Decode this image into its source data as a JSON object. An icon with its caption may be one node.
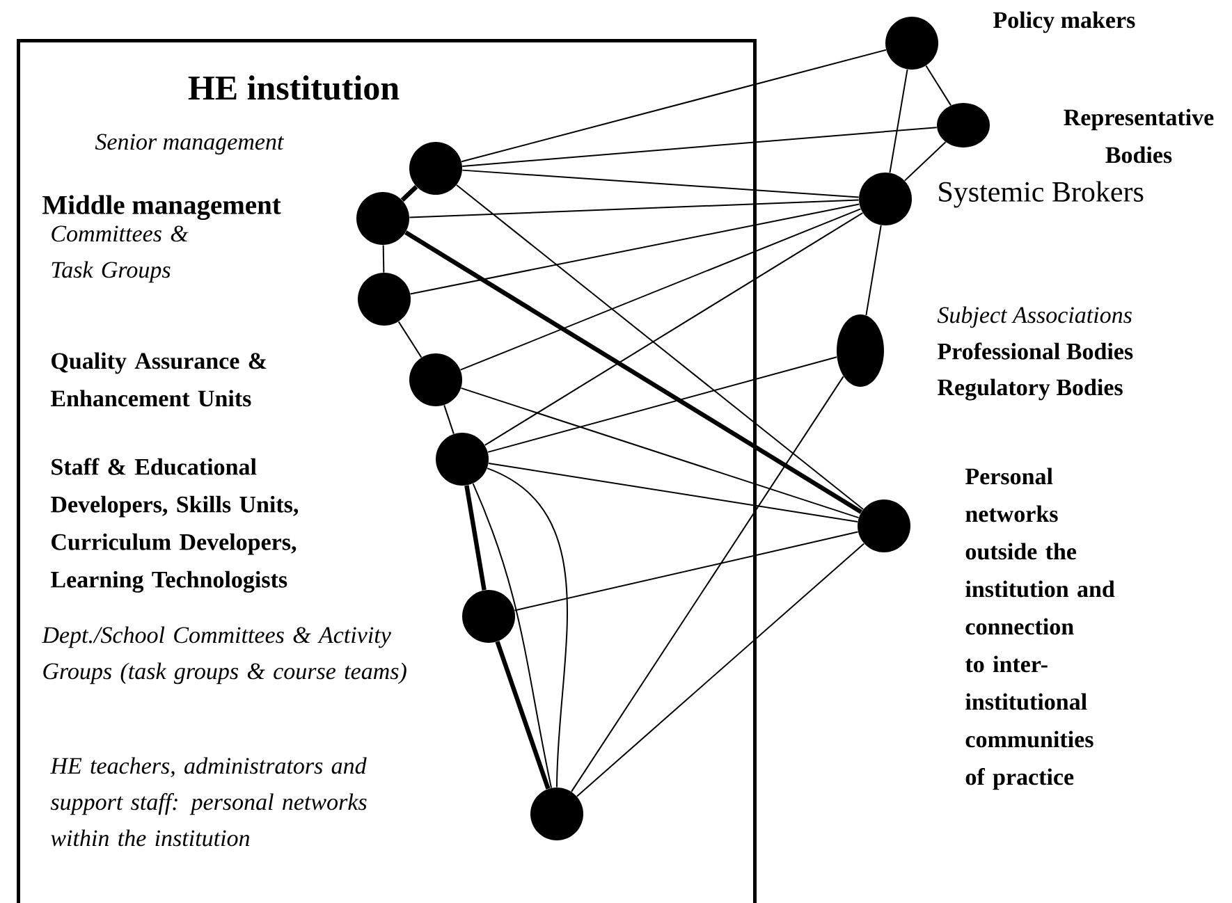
{
  "diagram": {
    "nodes": [
      {
        "text": [
          "HE institution"
        ]
      },
      {
        "text": [],
        "shape": "circle",
        "in": 0
      },
      {
        "text": [],
        "shape": "circle",
        "in": 0,
        "beside": [
          "Middle management"
        ]
      },
      {
        "text": [],
        "shape": "circle",
        "in": 0
      },
      {
        "text": [],
        "shape": "circle",
        "in": 0
      },
      {
        "text": [],
        "shape": "circle",
        "in": 0
      },
      {
        "text": [],
        "shape": "circle",
        "in": 0,
        "beside": [
          "Dept./School Committees & Activity Groups (task groups & course teams)"
        ]
      },
      {
        "text": [],
        "shape": "circle",
        "in": 0
      },
      {
        "text": [],
        "shape": "circle",
        "beside": [
          "Policy makers"
        ]
      },
      {
        "text": [],
        "shape": "circle",
        "beside": [
          "Representative Bodies"
        ]
      },
      {
        "text": [],
        "shape": "circle",
        "beside": [
          "Systemic Brokers"
        ]
      },
      {
        "text": [],
        "shape": "circle",
        "beside": [
          "Subject Associations",
          "Professional Bodies",
          "Regulatory Bodies"
        ]
      },
      {
        "text": [],
        "shape": "circle",
        "beside": [
          "Personal networks outside the institution and connection to inter-institutional communities of practice"
        ]
      }
    ],
    "edges": [
      {
        "from": 1,
        "to": 8,
        "arrow": "none"
      },
      {
        "from": 1,
        "to": 9,
        "arrow": "none"
      },
      {
        "from": 1,
        "to": 10,
        "arrow": "none"
      },
      {
        "from": 1,
        "to": 2,
        "arrow": "none",
        "style": "thick"
      },
      {
        "from": 1,
        "to": 12,
        "arrow": "none"
      },
      {
        "from": 2,
        "to": 10,
        "arrow": "none"
      },
      {
        "from": 2,
        "to": 12,
        "arrow": "none",
        "style": "thick"
      },
      {
        "from": 2,
        "to": 3,
        "arrow": "none"
      },
      {
        "from": 3,
        "to": 10,
        "arrow": "none"
      },
      {
        "from": 3,
        "to": 4,
        "arrow": "none"
      },
      {
        "from": 4,
        "to": 10,
        "arrow": "none"
      },
      {
        "from": 4,
        "to": 5,
        "arrow": "none"
      },
      {
        "from": 4,
        "to": 12,
        "arrow": "none"
      },
      {
        "from": 5,
        "to": 10,
        "arrow": "none"
      },
      {
        "from": 5,
        "to": 11,
        "arrow": "none"
      },
      {
        "from": 5,
        "to": 12,
        "arrow": "none"
      },
      {
        "from": 5,
        "to": 6,
        "arrow": "none",
        "style": "thick"
      },
      {
        "from": 6,
        "to": 7,
        "arrow": "none",
        "style": "thick"
      },
      {
        "from": 5,
        "to": 7,
        "arrow": "none"
      },
      {
        "from": 5,
        "to": 7,
        "arrow": "none"
      },
      {
        "from": 6,
        "to": 12,
        "arrow": "none"
      },
      {
        "from": 7,
        "to": 11,
        "arrow": "none"
      },
      {
        "from": 7,
        "to": 12,
        "arrow": "none"
      },
      {
        "from": 8,
        "to": 10,
        "arrow": "none"
      },
      {
        "from": 8,
        "to": 9,
        "arrow": "none"
      },
      {
        "from": 9,
        "to": 10,
        "arrow": "none"
      },
      {
        "from": 10,
        "to": 11,
        "arrow": "none"
      }
    ],
    "labels": [
      "Senior management",
      "Committees & Task Groups",
      "Quality Assurance & Enhancement Units",
      "Staff & Educational Developers, Skills Units, Curriculum Developers, Learning Technologists",
      "HE teachers, administrators and support staff: personal networks within the institution"
    ]
  }
}
